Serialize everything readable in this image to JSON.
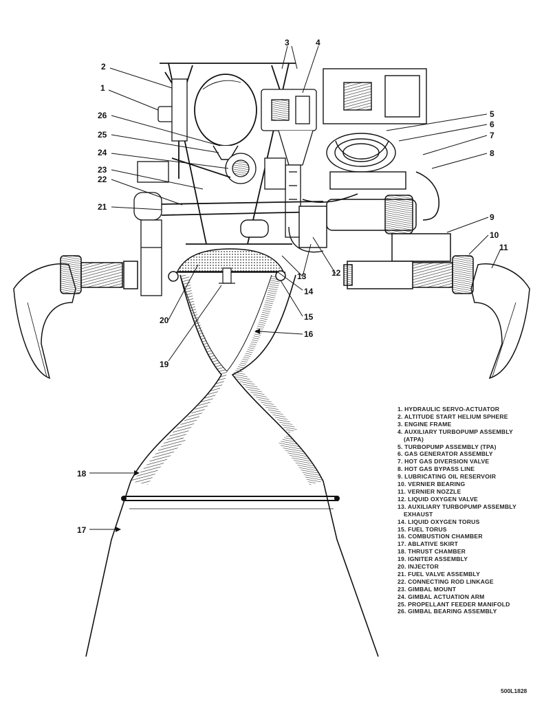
{
  "callouts": [
    {
      "id": "1",
      "label": "1"
    },
    {
      "id": "2",
      "label": "2"
    },
    {
      "id": "3",
      "label": "3"
    },
    {
      "id": "4",
      "label": "4"
    },
    {
      "id": "5",
      "label": "5"
    },
    {
      "id": "6",
      "label": "6"
    },
    {
      "id": "7",
      "label": "7"
    },
    {
      "id": "8",
      "label": "8"
    },
    {
      "id": "9",
      "label": "9"
    },
    {
      "id": "10",
      "label": "10"
    },
    {
      "id": "11",
      "label": "11"
    },
    {
      "id": "12",
      "label": "12"
    },
    {
      "id": "13",
      "label": "13"
    },
    {
      "id": "14",
      "label": "14"
    },
    {
      "id": "15",
      "label": "15"
    },
    {
      "id": "16",
      "label": "16"
    },
    {
      "id": "17",
      "label": "17"
    },
    {
      "id": "18",
      "label": "18"
    },
    {
      "id": "19",
      "label": "19"
    },
    {
      "id": "20",
      "label": "20"
    },
    {
      "id": "21",
      "label": "21"
    },
    {
      "id": "22",
      "label": "22"
    },
    {
      "id": "23",
      "label": "23"
    },
    {
      "id": "24",
      "label": "24"
    },
    {
      "id": "25",
      "label": "25"
    },
    {
      "id": "26",
      "label": "26"
    }
  ],
  "legend": [
    "1. HYDRAULIC SERVO-ACTUATOR",
    "2. ALTITUDE START HELIUM SPHERE",
    "3. ENGINE FRAME",
    "4. AUXILIARY TURBOPUMP ASSEMBLY",
    "(ATPA)",
    "5. TURBOPUMP ASSEMBLY (TPA)",
    "6. GAS GENERATOR ASSEMBLY",
    "7. HOT GAS DIVERSION VALVE",
    "8. HOT GAS BYPASS LINE",
    "9. LUBRICATING OIL RESERVOIR",
    "10. VERNIER BEARING",
    "11. VERNIER NOZZLE",
    "12. LIQUID OXYGEN VALVE",
    "13. AUXILIARY TURBOPUMP ASSEMBLY",
    "EXHAUST",
    "14. LIQUID OXYGEN TORUS",
    "15. FUEL TORUS",
    "16. COMBUSTION CHAMBER",
    "17. ABLATIVE SKIRT",
    "18. THRUST CHAMBER",
    "19. IGNITER ASSEMBLY",
    "20. INJECTOR",
    "21. FUEL VALVE ASSEMBLY",
    "22. CONNECTING ROD LINKAGE",
    "23. GIMBAL MOUNT",
    "24. GIMBAL ACTUATION ARM",
    "25. PROPELLANT FEEDER MANIFOLD",
    "26. GIMBAL BEARING ASSEMBLY"
  ],
  "figure_id": "500L1828"
}
